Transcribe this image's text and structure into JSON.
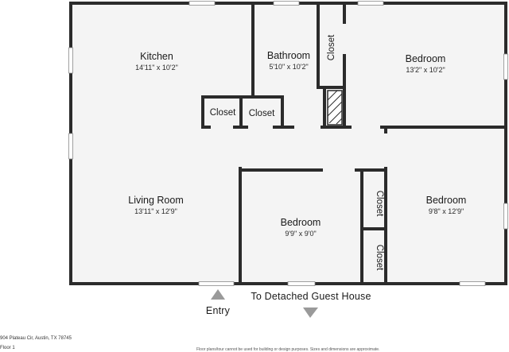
{
  "rooms": {
    "kitchen": {
      "name": "Kitchen",
      "dims": "14'11\" x 10'2\""
    },
    "bathroom": {
      "name": "Bathroom",
      "dims": "5'10\" x 10'2\""
    },
    "bedroom_ne": {
      "name": "Bedroom",
      "dims": "13'2\" x 10'2\""
    },
    "living_room": {
      "name": "Living Room",
      "dims": "13'11\" x 12'9\""
    },
    "bedroom_center": {
      "name": "Bedroom",
      "dims": "9'9\" x 9'0\""
    },
    "bedroom_se": {
      "name": "Bedroom",
      "dims": "9'8\" x 12'9\""
    }
  },
  "closets": {
    "top_vertical": "Closet",
    "kitchen_left": "Closet",
    "kitchen_right": "Closet",
    "mid_vertical": "Closet",
    "bottom_vertical": "Closet"
  },
  "labels": {
    "entry": "Entry",
    "guest_house": "To Detached Guest House"
  },
  "footer": {
    "address": "904 Plateau Cir, Austin, TX 78745",
    "floor": "Floor 1",
    "disclaimer": "Floor plans/tour cannot be used for building or design purposes. Sizes and dimensions are approximate."
  },
  "colors": {
    "wall": "#2b2b2b",
    "floor": "#f4f4f4",
    "arrow": "#9a9a9a"
  }
}
